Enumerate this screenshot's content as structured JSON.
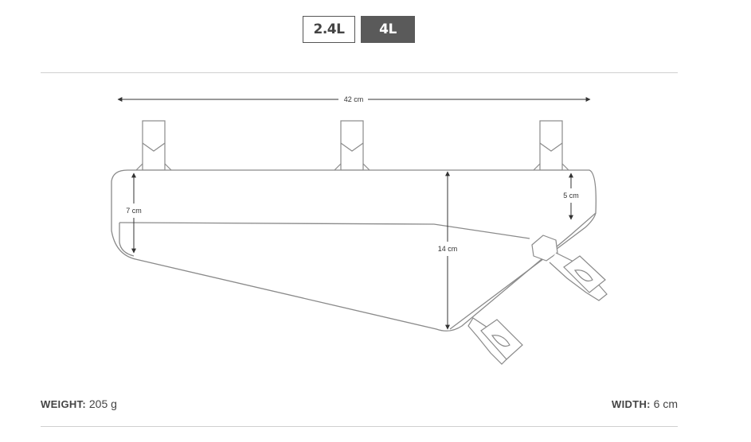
{
  "size_selector": {
    "options": [
      {
        "label": "2.4L",
        "selected": false
      },
      {
        "label": "4L",
        "selected": true
      }
    ]
  },
  "diagram": {
    "length_label": "42 cm",
    "rear_height_label": "7 cm",
    "max_height_label": "14 cm",
    "front_height_label": "5 cm"
  },
  "specs": {
    "weight_key": "WEIGHT:",
    "weight_value": "205 g",
    "width_key": "WIDTH:",
    "width_value": "6 cm"
  },
  "colors": {
    "active_tab": "#5a5a5a",
    "outline": "#8a8a8a",
    "dimension": "#333333",
    "rule": "#cfcfcf"
  }
}
